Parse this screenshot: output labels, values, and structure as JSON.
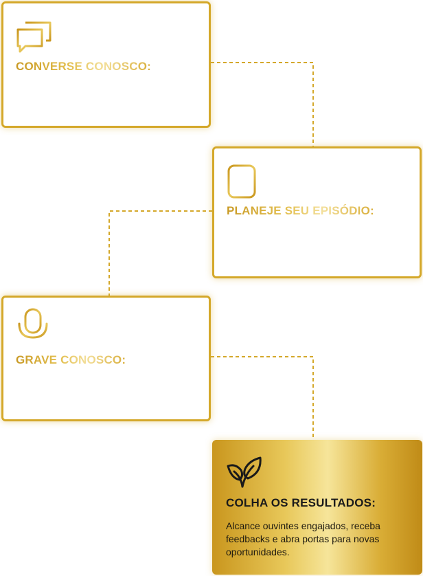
{
  "steps": [
    {
      "icon": "chat-bubbles-icon",
      "title": "CONVERSE CONOSCO:"
    },
    {
      "icon": "document-icon",
      "title": "PLANEJE SEU EPISÓDIO:"
    },
    {
      "icon": "microphone-icon",
      "title": "GRAVE CONOSCO:"
    },
    {
      "icon": "leaf-sprout-icon",
      "title": "COLHA OS RESULTADOS:",
      "description": "Alcance ouvintes engajados, receba feedbacks e abra portas para novas oportunidades."
    }
  ],
  "colors": {
    "gold": "#d4a82a",
    "gold_light": "#f6e59a",
    "dark_text": "#1a1a1a"
  }
}
